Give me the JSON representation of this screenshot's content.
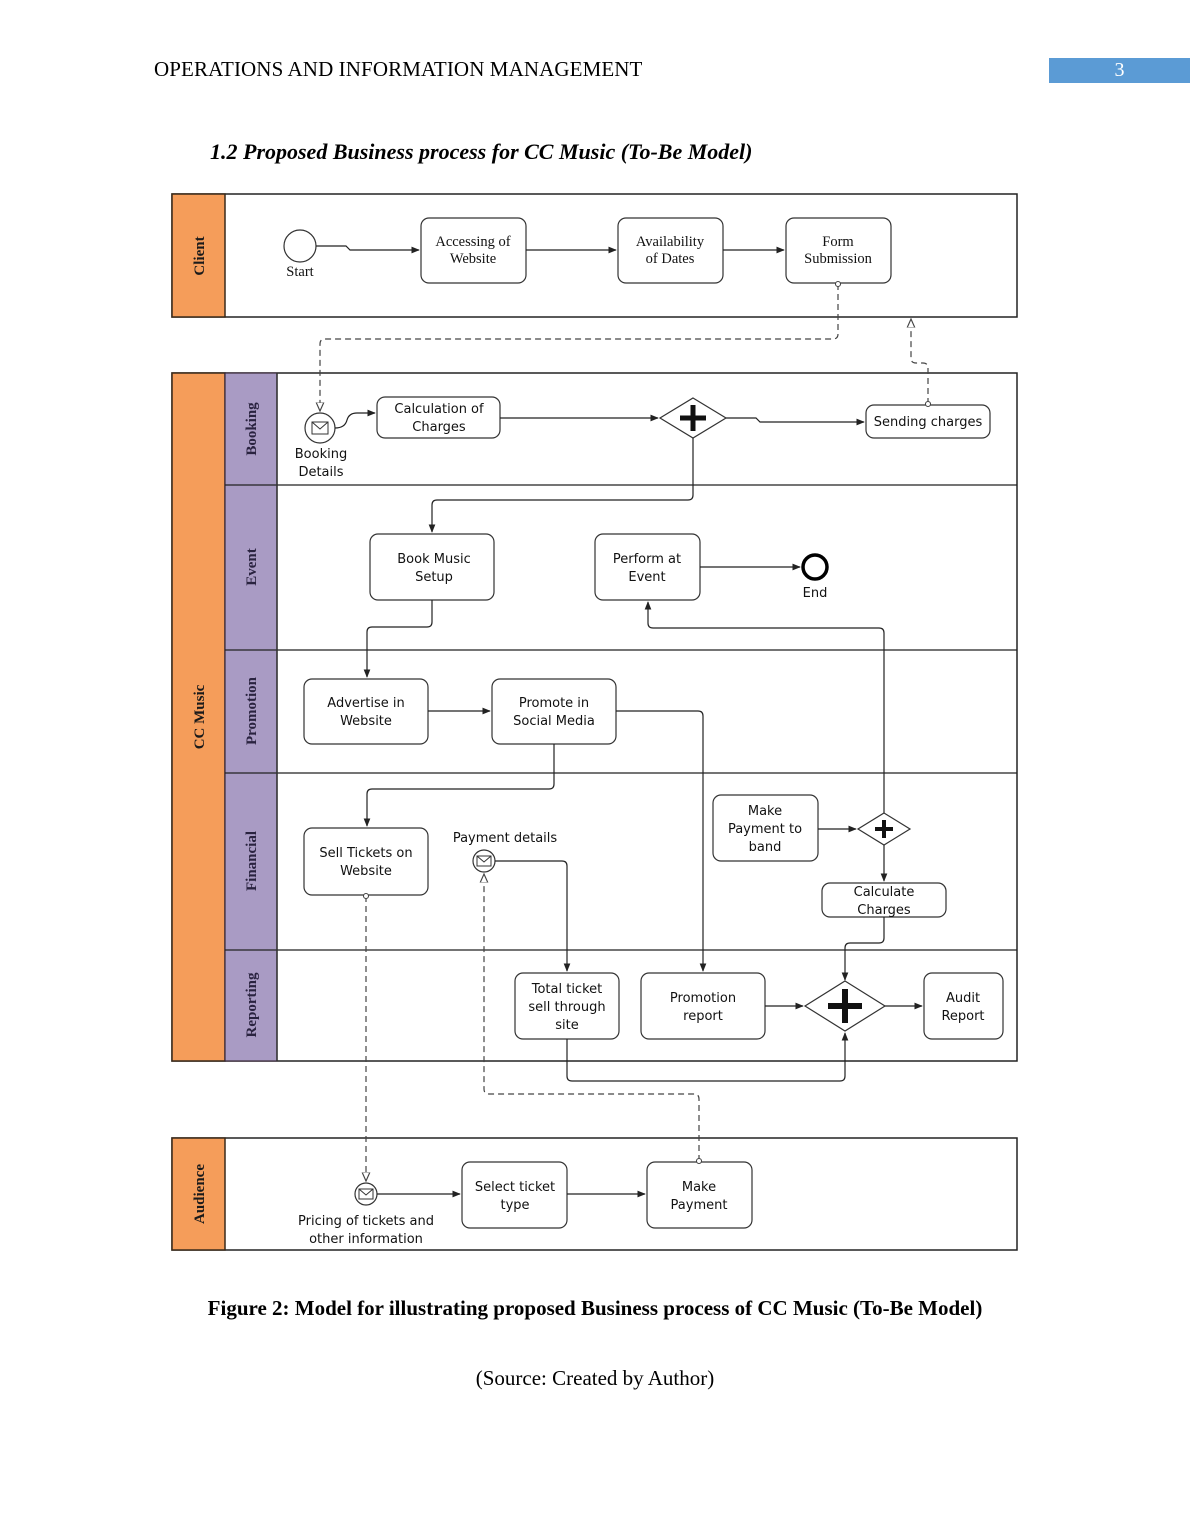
{
  "header": {
    "running_head": "OPERATIONS AND INFORMATION MANAGEMENT",
    "page_number": "3",
    "page_number_bg": "#5b9bd5"
  },
  "section_title": "1.2 Proposed Business process for CC Music (To-Be Model)",
  "diagram": {
    "colors": {
      "pool_band": "#f59d5a",
      "lane_band": "#a99bc4"
    },
    "pools": {
      "client": "Client",
      "cc_music": "CC Music",
      "audience": "Audience"
    },
    "lanes": {
      "booking": "Booking",
      "event": "Event",
      "promotion": "Promotion",
      "financial": "Financial",
      "reporting": "Reporting"
    },
    "events": {
      "start": "Start",
      "end": "End",
      "booking_details": [
        "Booking",
        "Details"
      ],
      "payment_details": "Payment details",
      "pricing_info": [
        "Pricing of tickets and",
        "other information"
      ]
    },
    "tasks": {
      "accessing_website": [
        "Accessing of",
        "Website"
      ],
      "availability_dates": [
        "Availability",
        "of Dates"
      ],
      "form_submission": [
        "Form",
        "Submission"
      ],
      "calculation_charges": [
        "Calculation of",
        "Charges"
      ],
      "sending_charges": [
        "Sending charges"
      ],
      "book_music_setup": [
        "Book Music",
        "Setup"
      ],
      "perform_event": [
        "Perform at",
        "Event"
      ],
      "advertise_website": [
        "Advertise in",
        "Website"
      ],
      "promote_social": [
        "Promote in",
        "Social Media"
      ],
      "sell_tickets": [
        "Sell Tickets on",
        "Website"
      ],
      "make_payment_band": [
        "Make",
        "Payment to",
        "band"
      ],
      "calculate_charges": [
        "Calculate",
        "Charges"
      ],
      "total_ticket": [
        "Total ticket",
        "sell through",
        "site"
      ],
      "promotion_report": [
        "Promotion",
        "report"
      ],
      "audit_report": [
        "Audit",
        "Report"
      ],
      "select_ticket": [
        "Select ticket",
        "type"
      ],
      "make_payment": [
        "Make",
        "Payment"
      ]
    }
  },
  "caption": "Figure 2: Model for illustrating proposed Business process of CC Music (To-Be Model)",
  "source": "(Source: Created by Author)"
}
